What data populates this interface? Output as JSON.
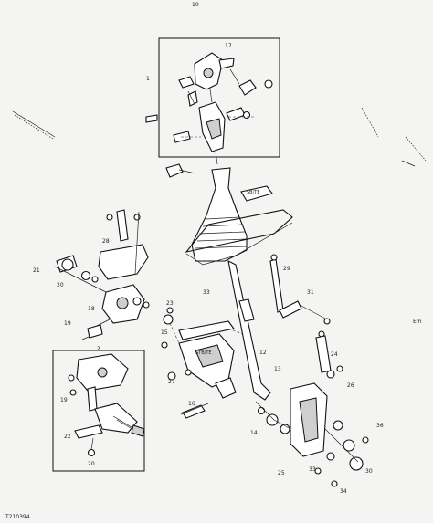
{
  "diagram": {
    "figure_id": "T210394",
    "top_mark": "10",
    "side_mark": "Em",
    "callouts": {
      "top_box_1": "1",
      "top_box_17": "17",
      "top_box_n1": "",
      "left_a": "21",
      "left_b": "20",
      "center_23": "23",
      "center_33": "33",
      "right_29": "29",
      "right_31": "31",
      "bottom_33": "33",
      "left_box_19": "19",
      "left_box_22": "22",
      "left_box_20": "20",
      "lower_27": "27",
      "lower_16": "16",
      "r_36": "36",
      "r_14": "14",
      "r_30": "30",
      "r_34": "34",
      "r_33b": "33",
      "r_25": "25",
      "r_26": "26",
      "r_24": "24",
      "r_12": "12",
      "r_13": "13",
      "mid_28": "28",
      "mid_18": "18",
      "mid_19": "19",
      "mid_2": "2",
      "mid_15": "15"
    }
  }
}
